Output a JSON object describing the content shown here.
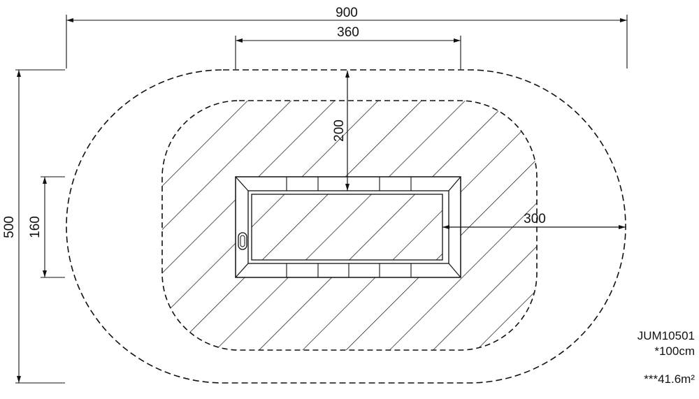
{
  "dimensions": {
    "overall_width": "900",
    "overall_height": "500",
    "equipment_width": "360",
    "equipment_depth": "160",
    "clearance_top": "200",
    "clearance_side": "300"
  },
  "info": {
    "model": "JUM10501",
    "unit": "*100cm",
    "area": "***41.6m²"
  },
  "colors": {
    "line": "#111111",
    "background": "#ffffff"
  }
}
